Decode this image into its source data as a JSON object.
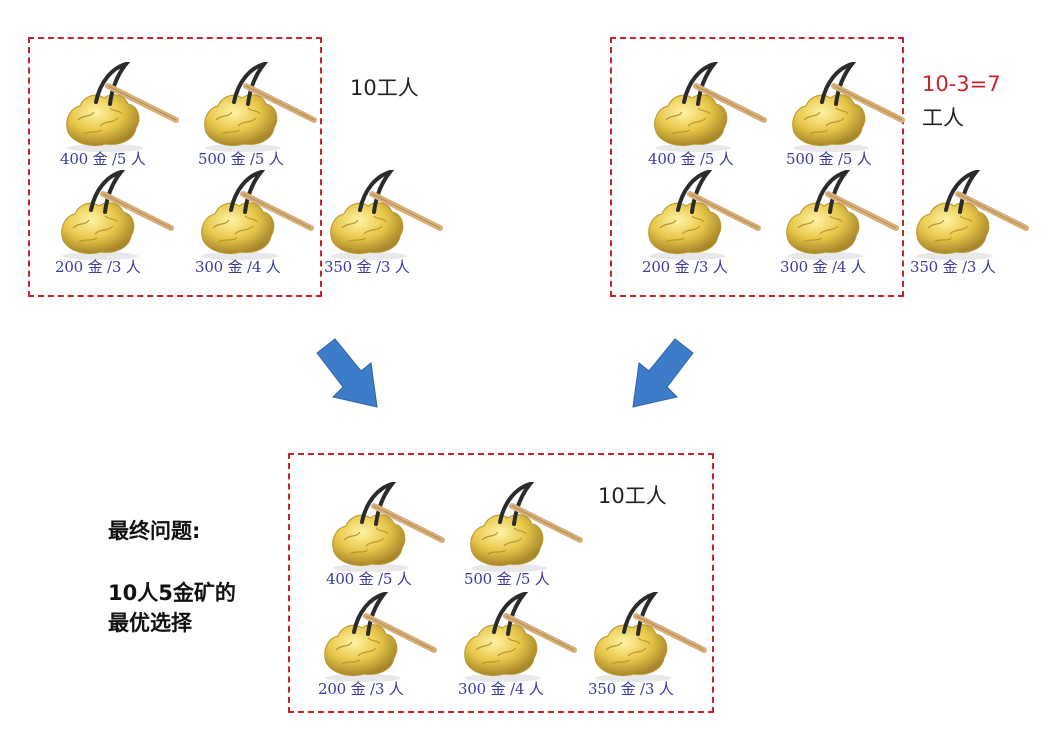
{
  "panels": {
    "top_left": {
      "note": "10工人",
      "mines": [
        {
          "label": "400 金 /5 人"
        },
        {
          "label": "500 金 /5 人"
        },
        {
          "label": "200 金 /3 人"
        },
        {
          "label": "300 金 /4 人"
        }
      ],
      "outside_mine": {
        "label": "350 金 /3 人"
      }
    },
    "top_right": {
      "note_line1": "10-3=7",
      "note_line2": "工人",
      "mines": [
        {
          "label": "400 金 /5 人"
        },
        {
          "label": "500 金 /5 人"
        },
        {
          "label": "200 金 /3 人"
        },
        {
          "label": "300 金 /4 人"
        }
      ],
      "outside_mine": {
        "label": "350 金 /3 人"
      }
    },
    "bottom": {
      "note": "10工人",
      "mines": [
        {
          "label": "400 金 /5 人"
        },
        {
          "label": "500 金 /5 人"
        },
        {
          "label": "200 金 /3 人"
        },
        {
          "label": "300 金 /4 人"
        },
        {
          "label": "350 金 /3 人"
        }
      ]
    }
  },
  "final_question": {
    "title": "最终问题:",
    "line1": "10人5金矿的",
    "line2": "最优选择"
  },
  "colors": {
    "dash_border": "#c8222a",
    "label_text": "#3a3aa0",
    "arrow_fill": "#3d7cc9",
    "gold": "#e8c84a",
    "pick_handle": "#d6b07a"
  },
  "icons": {
    "mine": "gold-nugget-with-pickaxe-icon",
    "arrow": "down-arrow-icon"
  }
}
